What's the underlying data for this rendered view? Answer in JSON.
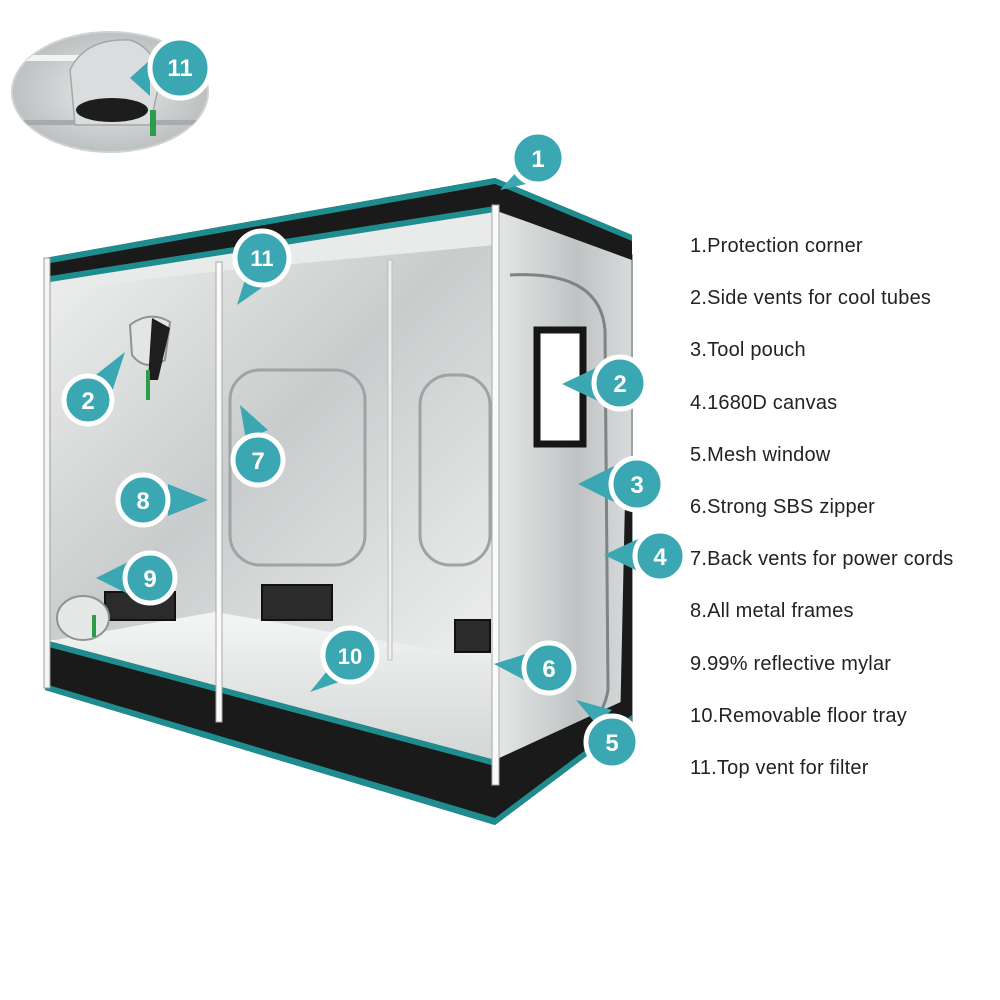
{
  "colors": {
    "badge_fill": "#3aa7b2",
    "badge_ring": "#ffffff",
    "frame_teal": "#1f8c8f",
    "tent_dark": "#1a1a1a",
    "mylar": "#d9dcdc"
  },
  "features": [
    {
      "number": "1",
      "label": "1.Protection corner"
    },
    {
      "number": "2",
      "label": "2.Side vents for cool tubes"
    },
    {
      "number": "3",
      "label": "3.Tool pouch"
    },
    {
      "number": "4",
      "label": "4.1680D canvas"
    },
    {
      "number": "5",
      "label": "5.Mesh window"
    },
    {
      "number": "6",
      "label": "6.Strong SBS zipper"
    },
    {
      "number": "7",
      "label": "7.Back vents for power cords"
    },
    {
      "number": "8",
      "label": "8.All metal frames"
    },
    {
      "number": "9",
      "label": "9.99% reflective mylar"
    },
    {
      "number": "10",
      "label": "10.Removable floor tray"
    },
    {
      "number": "11",
      "label": "11.Top vent for filter"
    }
  ],
  "callouts": {
    "inset_top_vent": "11",
    "corner": "1",
    "top_vent": "11",
    "left_side_vent": "2",
    "right_side_vent": "2",
    "back_vent": "7",
    "tool_pouch": "3",
    "frames": "8",
    "canvas": "4",
    "mylar": "9",
    "zipper": "6",
    "floor_tray": "10",
    "mesh_window": "5"
  }
}
